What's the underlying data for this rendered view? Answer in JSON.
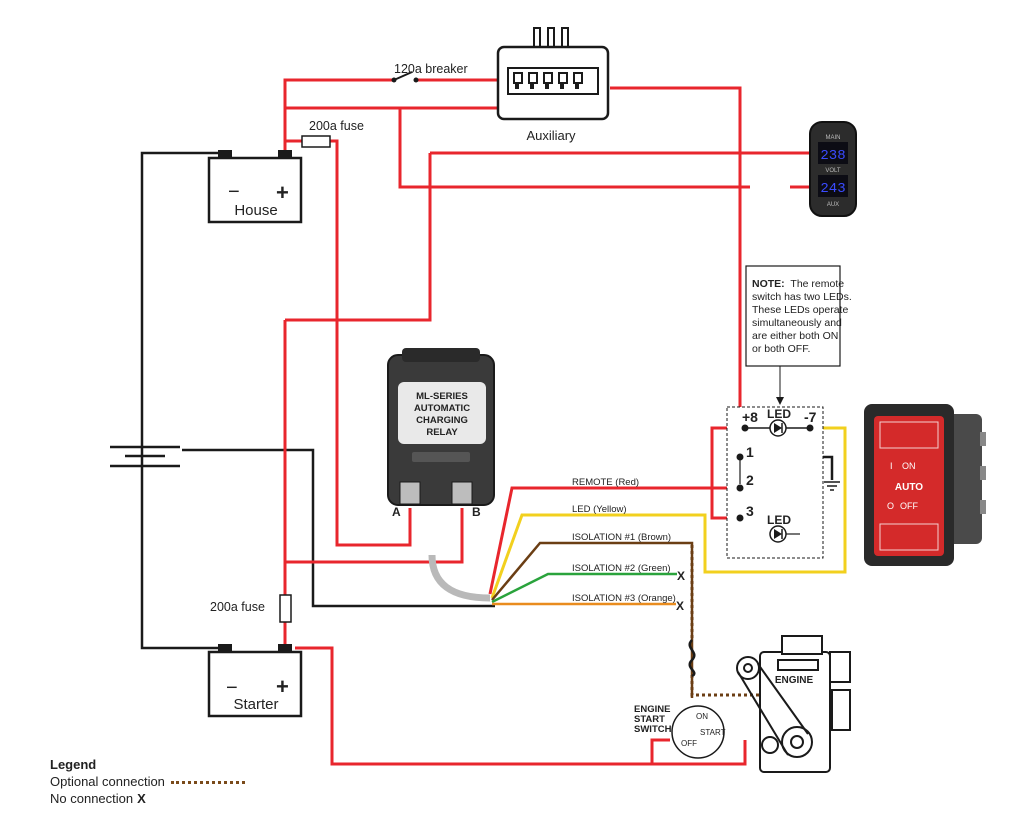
{
  "labels": {
    "breaker": "120a breaker",
    "auxiliary": "Auxiliary",
    "fuse_top": "200a fuse",
    "fuse_bottom": "200a fuse",
    "house": "House",
    "starter": "Starter",
    "plus": "+",
    "minus": "−",
    "relay_line1": "ML-SERIES",
    "relay_line2": "AUTOMATIC",
    "relay_line3": "CHARGING",
    "relay_line4": "RELAY",
    "terminal_a": "A",
    "terminal_b": "B",
    "wire_remote": "REMOTE (Red)",
    "wire_led": "LED (Yellow)",
    "wire_iso1": "ISOLATION #1 (Brown)",
    "wire_iso2": "ISOLATION #2 (Green)",
    "wire_iso3": "ISOLATION #3 (Orange)",
    "no_conn_mark": "X",
    "sw_plus8": "+8",
    "sw_led_top": "LED",
    "sw_minus7": "-7",
    "sw_1": "1",
    "sw_2": "2",
    "sw_3": "3",
    "sw_led_bottom": "LED",
    "note_bold": "NOTE:",
    "note_lines": [
      "The remote",
      "switch has two LEDs.",
      "These LEDs operate",
      "simultaneously and",
      "are either both ON",
      "or both OFF."
    ],
    "volt_main": "MAIN",
    "volt_main_val": "238",
    "volt_mid": "VOLT",
    "volt_aux_val": "243",
    "volt_aux": "AUX",
    "rocker_on": "ON",
    "rocker_auto": "AUTO",
    "rocker_off": "OFF",
    "rocker_i": "I",
    "rocker_o": "O",
    "engine": "ENGINE",
    "ess_line1": "ENGINE",
    "ess_line2": "START",
    "ess_line3": "SWITCH",
    "ess_on": "ON",
    "ess_start": "START",
    "ess_off": "OFF"
  },
  "legend": {
    "title": "Legend",
    "optional": "Optional connection",
    "none": "No connection",
    "none_mark": "X"
  },
  "colors": {
    "red": "#e8262d",
    "black": "#1a1a1a",
    "yellow": "#f2d01e",
    "brown": "#6b3e14",
    "green": "#2aa33c",
    "orange": "#e98c1e",
    "gray": "#b9b9b9",
    "led_blue": "#3a4bff",
    "rocker_red": "#d42a2a"
  }
}
